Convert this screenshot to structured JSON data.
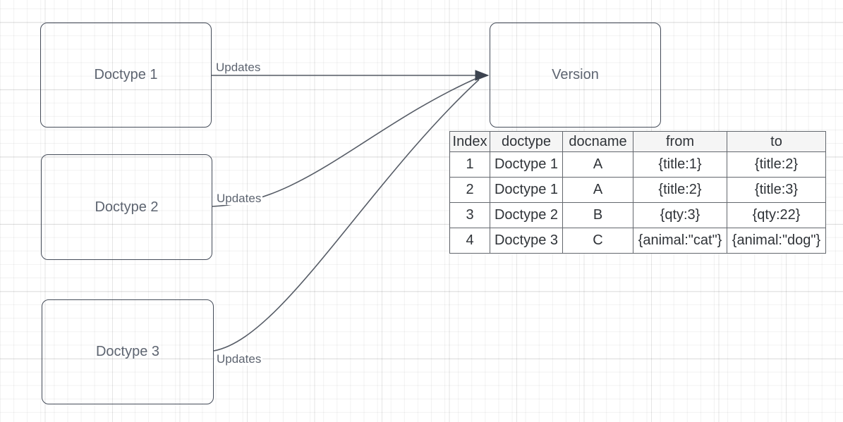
{
  "diagram": {
    "nodes": [
      {
        "id": "doctype1",
        "label": "Doctype 1"
      },
      {
        "id": "doctype2",
        "label": "Doctype 2"
      },
      {
        "id": "doctype3",
        "label": "Doctype 3"
      },
      {
        "id": "version",
        "label": "Version"
      }
    ],
    "edges": [
      {
        "from": "doctype1",
        "to": "version",
        "label": "Updates",
        "shape": "straight-arrow"
      },
      {
        "from": "doctype2",
        "to": "version",
        "label": "Updates",
        "shape": "curved"
      },
      {
        "from": "doctype3",
        "to": "version",
        "label": "Updates",
        "shape": "curved"
      }
    ]
  },
  "table": {
    "headers": [
      "Index",
      "doctype",
      "docname",
      "from",
      "to"
    ],
    "rows": [
      [
        "1",
        "Doctype 1",
        "A",
        "{title:1}",
        "{title:2}"
      ],
      [
        "2",
        "Doctype 1",
        "A",
        "{title:2}",
        "{title:3}"
      ],
      [
        "3",
        "Doctype 2",
        "B",
        "{qty:3}",
        "{qty:22}"
      ],
      [
        "4",
        "Doctype 3",
        "C",
        "{animal:\"cat\"}",
        "{animal:\"dog\"}"
      ]
    ]
  },
  "colors": {
    "canvas-bg": "#ffffff",
    "node-stroke": "#454c59",
    "node-text": "#5d6470",
    "edge-stroke": "#565c66",
    "arrow-fill": "#3c434f",
    "edge-label-text": "#5d6470",
    "table-border": "#63676d",
    "table-header-bg": "#f5f5f5",
    "table-text": "#2f3338"
  }
}
